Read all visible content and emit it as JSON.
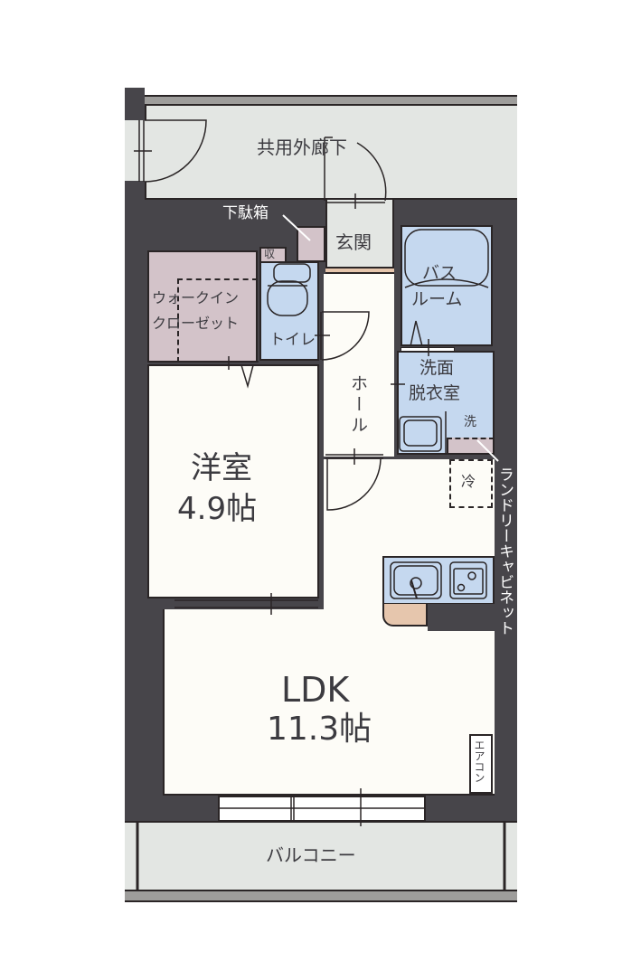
{
  "floorplan": {
    "rooms": {
      "corridor": {
        "label": "共用外廊下"
      },
      "shoe_box": {
        "label": "下駄箱"
      },
      "entrance": {
        "label": "玄関"
      },
      "storage": {
        "label": "収"
      },
      "walk_in_closet": {
        "line1": "ウォークイン",
        "line2": "クローゼット"
      },
      "toilet": {
        "label": "トイレ"
      },
      "bathroom": {
        "line1": "バス",
        "line2": "ルーム"
      },
      "washroom": {
        "line1": "洗面",
        "line2": "脱衣室"
      },
      "washer": {
        "label": "洗"
      },
      "hall": {
        "label": "ホール"
      },
      "western_room": {
        "name": "洋室",
        "size": "4.9帖"
      },
      "fridge": {
        "label": "冷"
      },
      "laundry_cabinet": {
        "label": "ランドリーキャビネット"
      },
      "ldk": {
        "name": "LDK",
        "size": "11.3帖"
      },
      "aircon": {
        "label": "エアコン"
      },
      "balcony": {
        "label": "バルコニー"
      }
    },
    "colors": {
      "wall": "#47454a",
      "floor": "#fdfcf7",
      "outside": "#e3e6e3",
      "wet_area": "#c5d8ef",
      "storage": "#d3c3c9",
      "counter": "#e6c6ad",
      "rail": "#9e9d9b"
    }
  }
}
